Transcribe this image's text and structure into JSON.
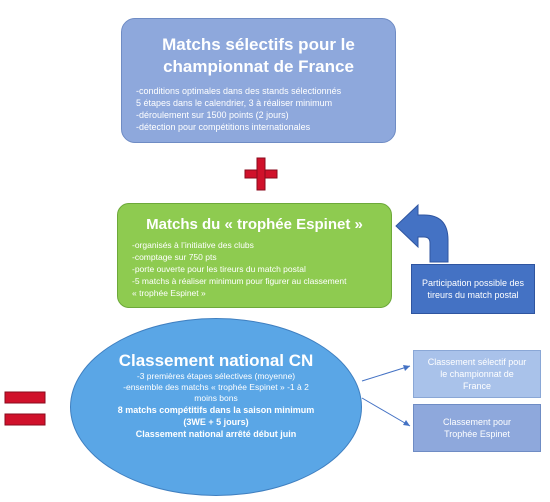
{
  "selective": {
    "title_line1": "Matchs sélectifs pour le",
    "title_line2": "championnat de France",
    "lines": [
      "-conditions optimales dans des stands sélectionnés",
      "5 étapes dans le calendrier, 3 à réaliser minimum",
      "-déroulement sur 1500 points (2 jours)",
      "-détection pour compétitions internationales"
    ]
  },
  "espinet": {
    "title": "Matchs du « trophée Espinet »",
    "lines": [
      "-organisés à l’initiative des clubs",
      "-comptage sur 750 pts",
      "-porte ouverte pour les tireurs du match postal",
      "-5 matchs à réaliser minimum pour figurer au classement",
      "« trophée Espinet »"
    ]
  },
  "national": {
    "title": "Classement national CN",
    "small1": "-3 premières étapes sélectives (moyenne)",
    "small2": "-ensemble des matchs « trophée Espinet » -1 à 2",
    "small3": "moins bons",
    "bold1": "8 matchs compétitifs dans la saison minimum",
    "bold2": "(3WE + 5 jours)",
    "bold3": "Classement national arrêté début juin"
  },
  "participation": {
    "line1": "Participation possible des",
    "line2": "tireurs du match postal"
  },
  "right1": {
    "line1": "Classement sélectif pour",
    "line2": "le championnat de",
    "line3": "France"
  },
  "right2": {
    "line1": "Classement pour",
    "line2": "Trophée Espinet"
  },
  "colors": {
    "plus": "#d0112b",
    "equals": "#d0112b",
    "arrow": "#4472c4",
    "connector": "#4472c4"
  }
}
